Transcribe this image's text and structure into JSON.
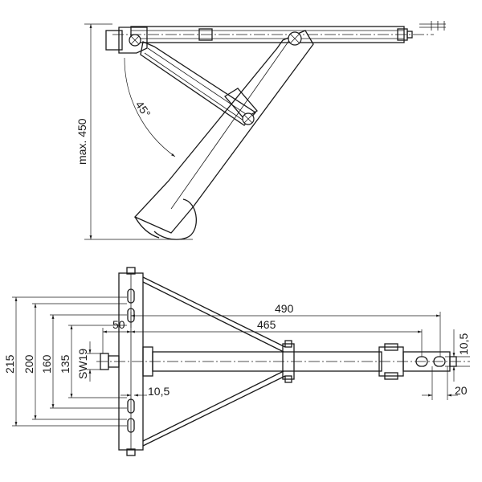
{
  "side_view": {
    "height_label": "max. 450",
    "angle_label": "45°"
  },
  "top_view": {
    "dim_490": "490",
    "dim_465": "465",
    "dim_50": "50",
    "dim_10_5_top": "10,5",
    "dim_10_5_bottom": "10,5",
    "dim_20": "20",
    "dim_215": "215",
    "dim_200": "200",
    "dim_160": "160",
    "dim_135": "135",
    "dim_sw19": "SW19"
  }
}
